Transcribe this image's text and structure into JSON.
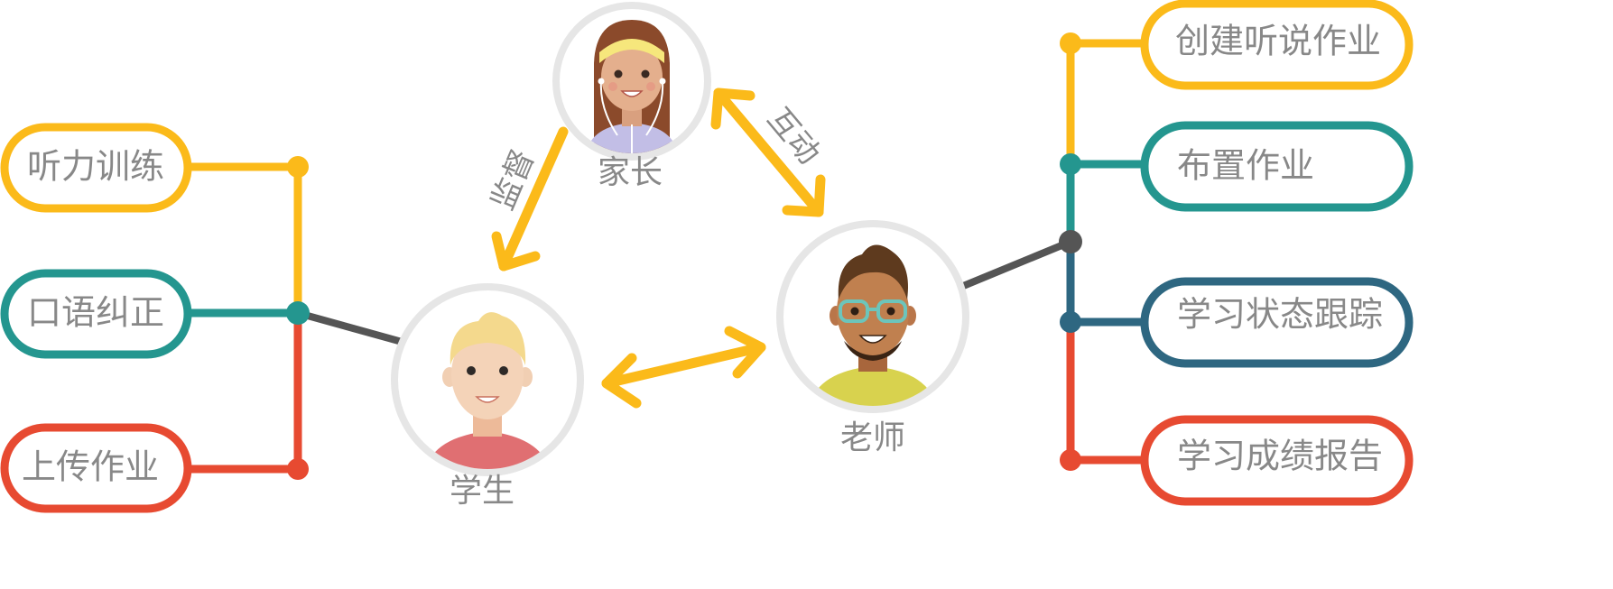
{
  "colors": {
    "yellow": "#FBBA1A",
    "teal": "#24968F",
    "red": "#E74A31",
    "navy": "#2E6781",
    "gray_line": "#555555",
    "circle_border": "#E6E6E6",
    "text": "#888888"
  },
  "people": {
    "parent": {
      "label": "家长",
      "icon": "parent-avatar-icon"
    },
    "student": {
      "label": "学生",
      "icon": "student-avatar-icon"
    },
    "teacher": {
      "label": "老师",
      "icon": "teacher-avatar-icon"
    }
  },
  "relations": {
    "supervise": "监督",
    "interact": "互动"
  },
  "student_features": [
    {
      "label": "听力训练",
      "color": "#FBBA1A"
    },
    {
      "label": "口语纠正",
      "color": "#24968F"
    },
    {
      "label": "上传作业",
      "color": "#E74A31"
    }
  ],
  "teacher_features": [
    {
      "label": "创建听说作业",
      "color": "#FBBA1A"
    },
    {
      "label": "布置作业",
      "color": "#24968F"
    },
    {
      "label": "学习状态跟踪",
      "color": "#2E6781"
    },
    {
      "label": "学习成绩报告",
      "color": "#E74A31"
    }
  ]
}
